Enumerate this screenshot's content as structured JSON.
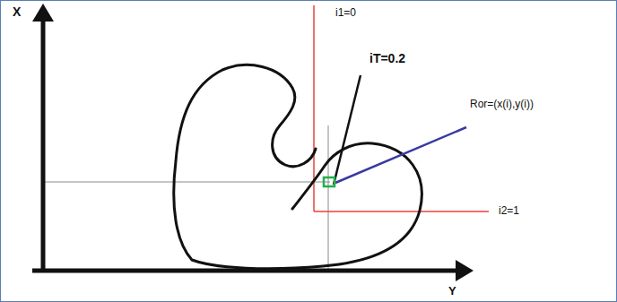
{
  "diagram": {
    "labels": [
      "X",
      "Y",
      "i1=0",
      "iT=0.2",
      "Ror=(x(i),y(i))",
      "i2=1"
    ]
  }
}
